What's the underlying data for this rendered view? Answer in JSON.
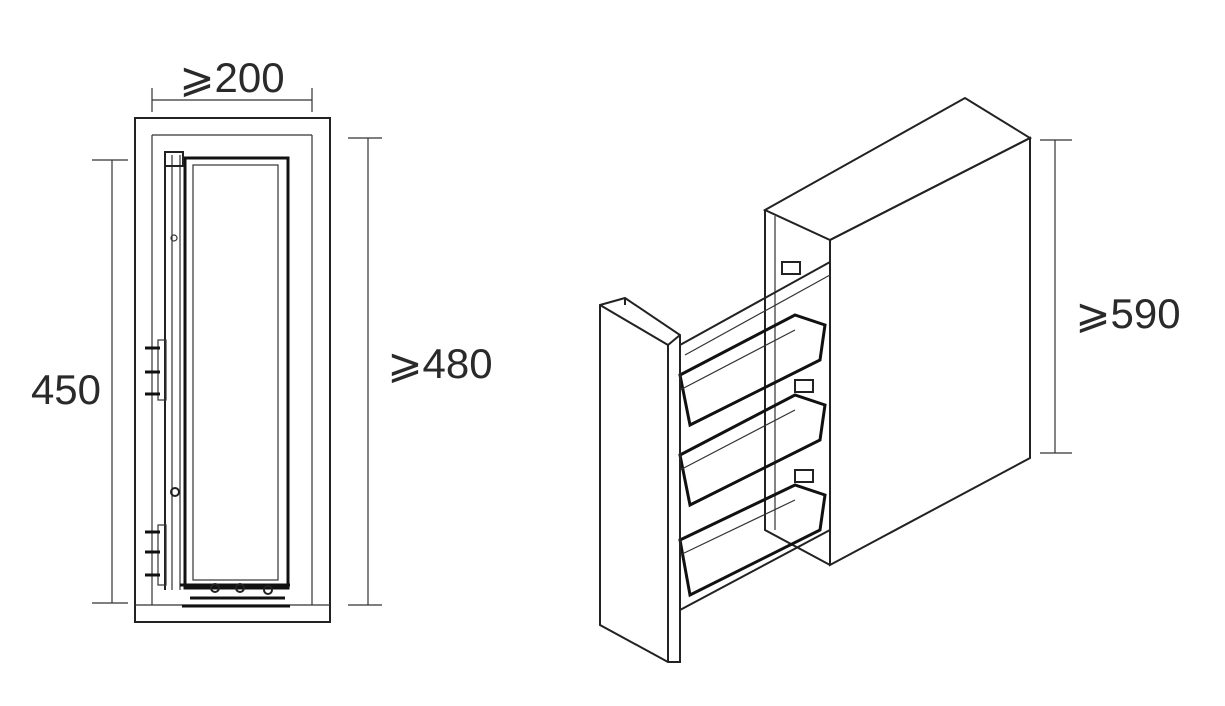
{
  "dimensions": {
    "width_min": "⩾200",
    "basket_height": "450",
    "cabinet_height_min": "⩾480",
    "cabinet_depth_min": "⩾590"
  },
  "colors": {
    "line": "#222222",
    "background": "#ffffff"
  }
}
